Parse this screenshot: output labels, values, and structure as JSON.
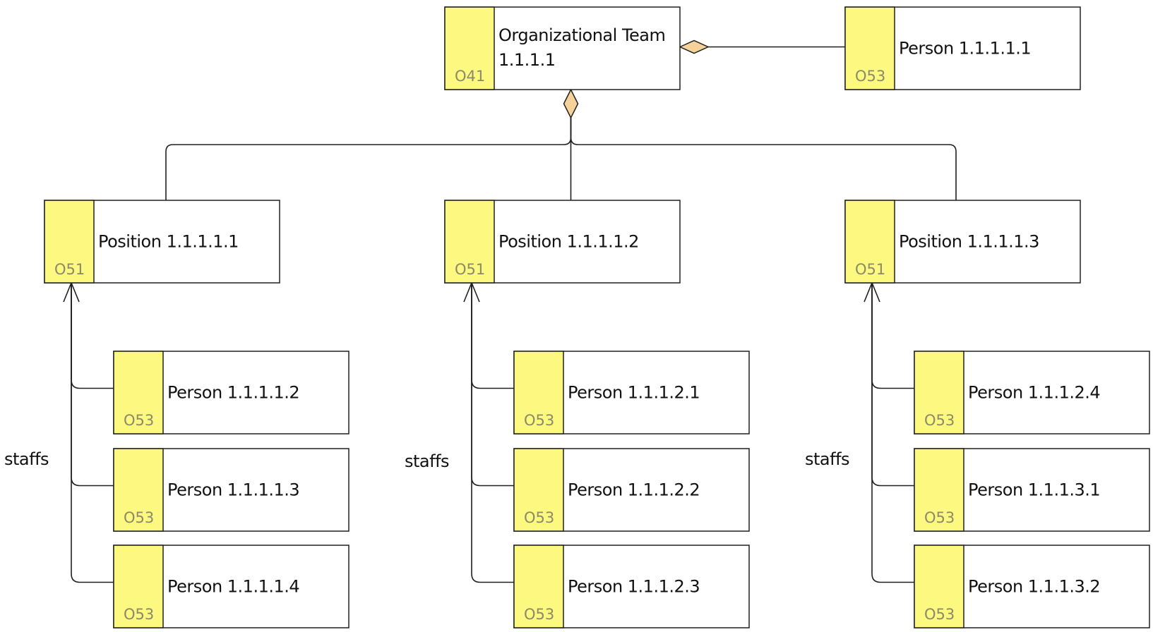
{
  "colors": {
    "tab": "#fdf87f",
    "diamond": "#f5d29a",
    "line": "#202020"
  },
  "nodes": [
    {
      "id": "team",
      "label": "Organizational Team 1.1.1.1",
      "lines": [
        "Organizational Team",
        "1.1.1.1"
      ],
      "code": "O41"
    },
    {
      "id": "p0",
      "label": "Person 1.1.1.1.1",
      "lines": [
        "Person 1.1.1.1.1"
      ],
      "code": "O53"
    },
    {
      "id": "pos1",
      "label": "Position 1.1.1.1.1",
      "lines": [
        "Position 1.1.1.1.1"
      ],
      "code": "O51"
    },
    {
      "id": "pos2",
      "label": "Position 1.1.1.1.2",
      "lines": [
        "Position 1.1.1.1.2"
      ],
      "code": "O51"
    },
    {
      "id": "pos3",
      "label": "Position 1.1.1.1.3",
      "lines": [
        "Position 1.1.1.1.3"
      ],
      "code": "O51"
    },
    {
      "id": "p112",
      "label": "Person 1.1.1.1.2",
      "lines": [
        "Person 1.1.1.1.2"
      ],
      "code": "O53"
    },
    {
      "id": "p113",
      "label": "Person 1.1.1.1.3",
      "lines": [
        "Person 1.1.1.1.3"
      ],
      "code": "O53"
    },
    {
      "id": "p114",
      "label": "Person 1.1.1.1.4",
      "lines": [
        "Person 1.1.1.1.4"
      ],
      "code": "O53"
    },
    {
      "id": "p1121",
      "label": "Person 1.1.1.2.1",
      "lines": [
        "Person 1.1.1.2.1"
      ],
      "code": "O53"
    },
    {
      "id": "p1122",
      "label": "Person 1.1.1.2.2",
      "lines": [
        "Person 1.1.1.2.2"
      ],
      "code": "O53"
    },
    {
      "id": "p1123",
      "label": "Person 1.1.1.2.3",
      "lines": [
        "Person 1.1.1.2.3"
      ],
      "code": "O53"
    },
    {
      "id": "p1124",
      "label": "Person 1.1.1.2.4",
      "lines": [
        "Person 1.1.1.2.4"
      ],
      "code": "O53"
    },
    {
      "id": "p1131",
      "label": "Person 1.1.1.3.1",
      "lines": [
        "Person 1.1.1.3.1"
      ],
      "code": "O53"
    },
    {
      "id": "p1132",
      "label": "Person 1.1.1.3.2",
      "lines": [
        "Person 1.1.1.3.2"
      ],
      "code": "O53"
    }
  ],
  "edges": [
    {
      "from": "p0",
      "to": "team",
      "type": "aggregation"
    },
    {
      "from": "pos1",
      "to": "team",
      "type": "aggregation"
    },
    {
      "from": "pos2",
      "to": "team",
      "type": "aggregation"
    },
    {
      "from": "pos3",
      "to": "team",
      "type": "aggregation"
    },
    {
      "from": "p112",
      "to": "pos1",
      "type": "staffs"
    },
    {
      "from": "p113",
      "to": "pos1",
      "type": "staffs"
    },
    {
      "from": "p114",
      "to": "pos1",
      "type": "staffs"
    },
    {
      "from": "p1121",
      "to": "pos2",
      "type": "staffs"
    },
    {
      "from": "p1122",
      "to": "pos2",
      "type": "staffs"
    },
    {
      "from": "p1123",
      "to": "pos2",
      "type": "staffs"
    },
    {
      "from": "p1124",
      "to": "pos3",
      "type": "staffs"
    },
    {
      "from": "p1131",
      "to": "pos3",
      "type": "staffs"
    },
    {
      "from": "p1132",
      "to": "pos3",
      "type": "staffs"
    }
  ],
  "edge_labels": [
    {
      "text": "staffs",
      "group": "pos1"
    },
    {
      "text": "staffs",
      "group": "pos2"
    },
    {
      "text": "staffs",
      "group": "pos3"
    }
  ]
}
